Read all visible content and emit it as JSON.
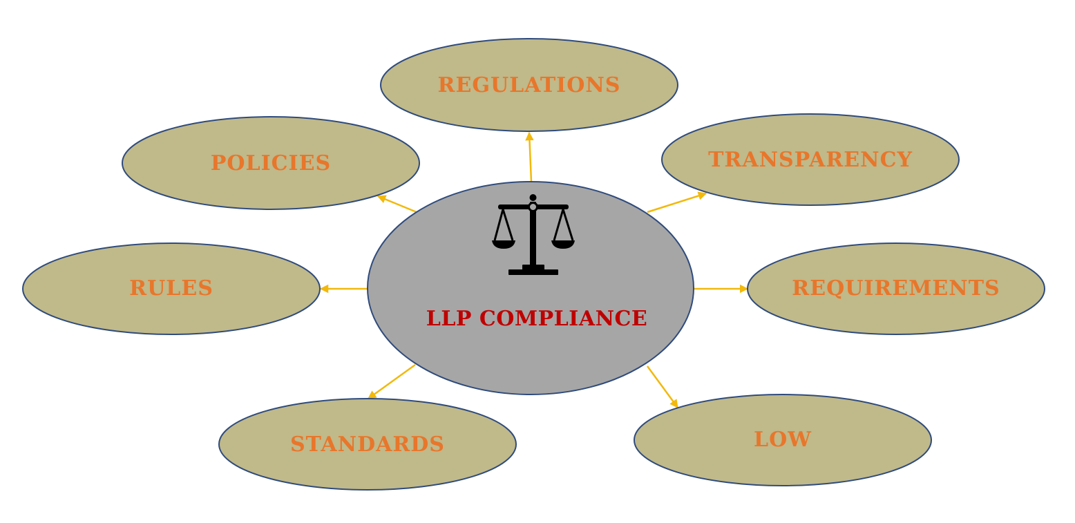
{
  "colors": {
    "background": "#ffffff",
    "node_fill": "#c0b98a",
    "node_stroke": "#2f4b7c",
    "node_text": "#e8762b",
    "center_fill": "#a6a6a6",
    "center_stroke": "#2f4b7c",
    "center_text": "#c00000",
    "connector": "#f2b90c",
    "icon": "#000000"
  },
  "center": {
    "label": "LLP COMPLIANCE",
    "icon": "scales-of-justice-icon"
  },
  "nodes": [
    {
      "id": "regulations",
      "label": "REGULATIONS"
    },
    {
      "id": "policies",
      "label": "POLICIES"
    },
    {
      "id": "transparency",
      "label": "TRANSPARENCY"
    },
    {
      "id": "rules",
      "label": "RULES"
    },
    {
      "id": "requirements",
      "label": "REQUIREMENTS"
    },
    {
      "id": "standards",
      "label": "STANDARDS"
    },
    {
      "id": "low",
      "label": "LOW"
    }
  ]
}
